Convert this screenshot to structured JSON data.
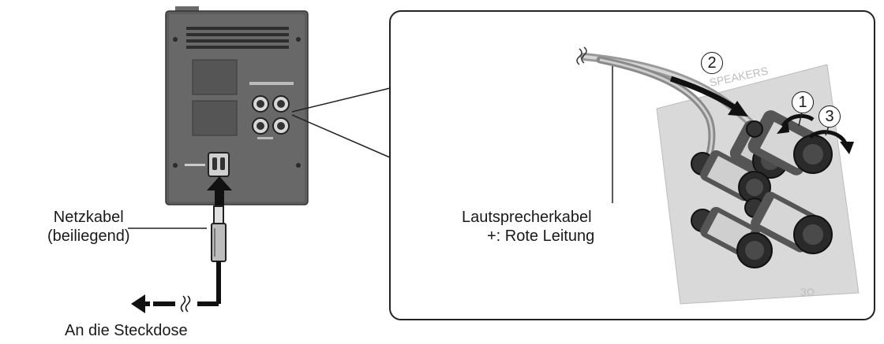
{
  "labels": {
    "netzkabel_line1": "Netzkabel",
    "netzkabel_line2": "(beiliegend)",
    "steckdose": "An die Steckdose",
    "lautsprecherkabel_line1": "Lautsprecherkabel",
    "lautsprecherkabel_line2": "+: Rote Leitung"
  },
  "steps": {
    "step1": "①",
    "step2": "②",
    "step3": "③"
  },
  "colors": {
    "device_body": "#5d5d5d",
    "panel": "#d9d9d9",
    "terminal": "#3a3a3a",
    "outline": "#1a1a1a"
  }
}
